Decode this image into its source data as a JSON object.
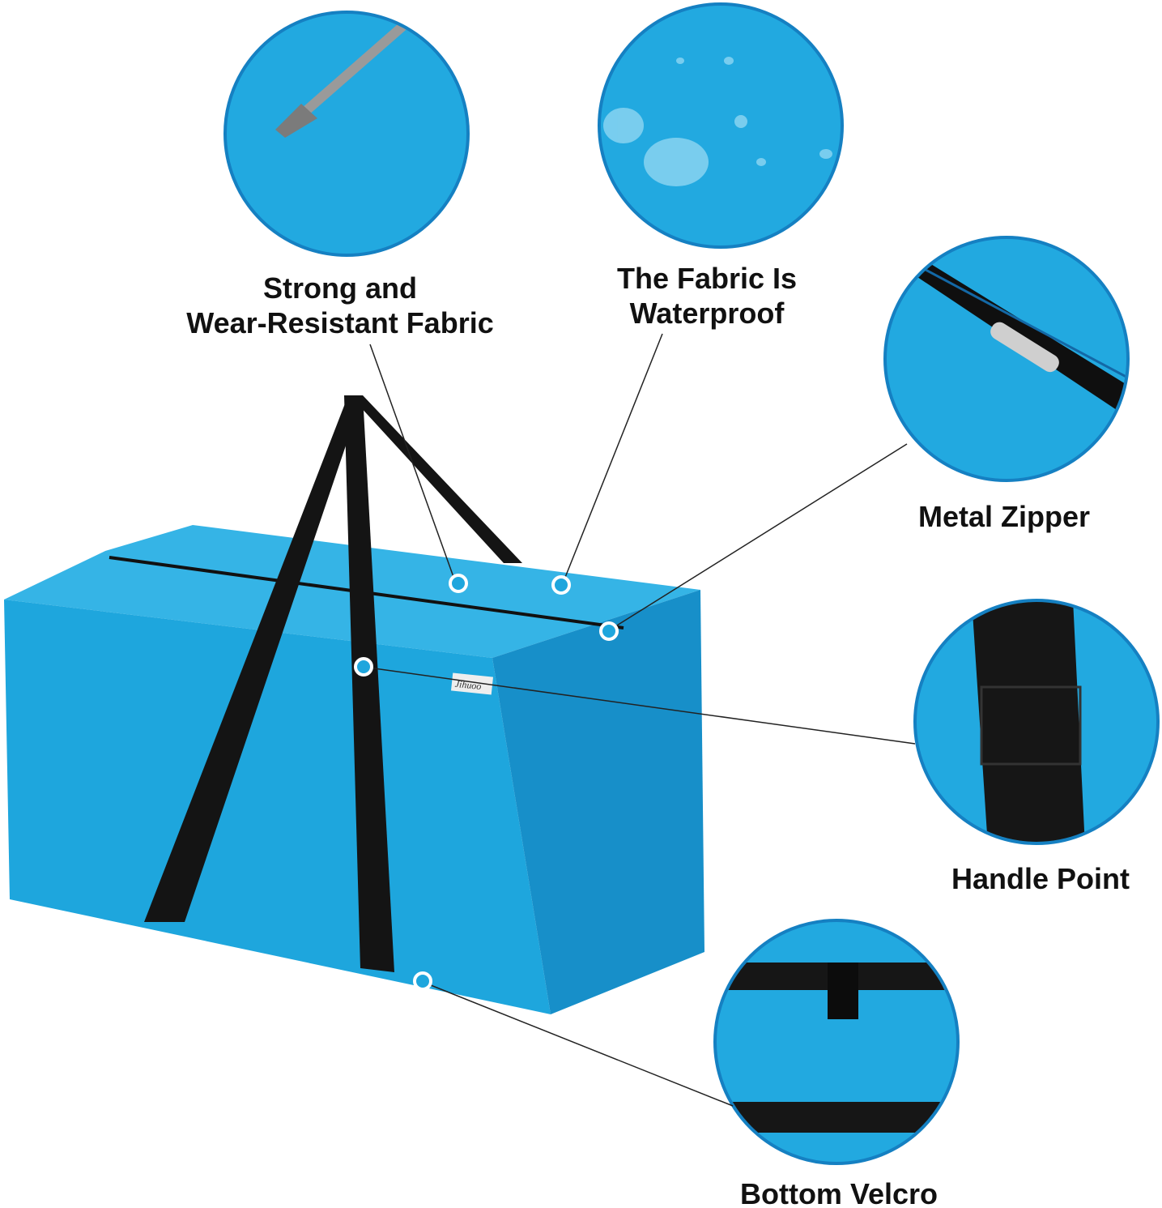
{
  "features": [
    {
      "id": "fabric-strength",
      "lines": [
        "Strong and",
        "Wear-Resistant Fabric"
      ],
      "icon": "screwdriver-on-fabric"
    },
    {
      "id": "waterproof",
      "lines": [
        "The Fabric Is",
        "Waterproof"
      ],
      "icon": "water-droplets"
    },
    {
      "id": "zipper",
      "lines": [
        "Metal Zipper"
      ],
      "icon": "zipper"
    },
    {
      "id": "handle",
      "lines": [
        "Handle Point"
      ],
      "icon": "strap-stitching"
    },
    {
      "id": "velcro",
      "lines": [
        "Bottom Velcro"
      ],
      "icon": "velcro-strap"
    }
  ],
  "bag": {
    "brand_tag": "Jihuoo"
  },
  "colors": {
    "bag_blue": "#1ea6dd",
    "circle_blue": "#22a9e0",
    "circle_border": "#1580c2",
    "strap": "#141414",
    "marker": "#ffffff"
  }
}
